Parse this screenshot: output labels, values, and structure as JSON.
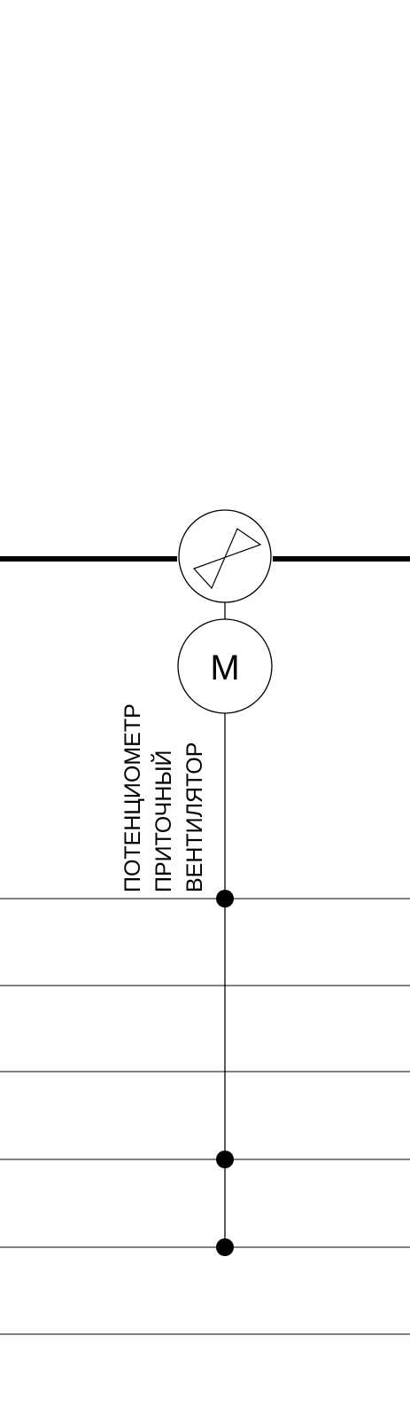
{
  "diagram": {
    "motor_symbol": "M",
    "label_lines": [
      "ПОТЕНЦИОМЕТР",
      "ПРИТОЧНЫЙ",
      "ВЕНТИЛЯТОР"
    ],
    "icons": {
      "damper": "damper-valve-icon",
      "motor": "motor-actuator-icon"
    },
    "colors": {
      "line": "#000000",
      "background": "#ffffff"
    }
  }
}
